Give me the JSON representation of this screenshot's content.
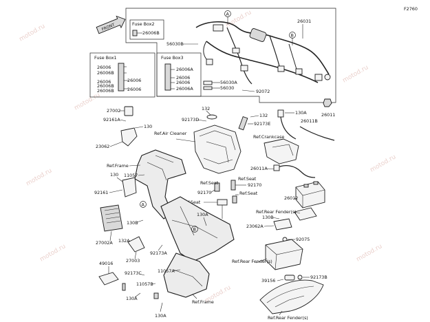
{
  "diagram_id": "F2760",
  "front_label": "FRONT",
  "watermark": "motod.ru",
  "fuse_box1": {
    "title": "Fuse Box1",
    "parts": [
      "26006",
      "26006B",
      "26006",
      "26006",
      "26006B",
      "26006",
      "26006B"
    ]
  },
  "fuse_box2": {
    "title": "Fuse Box2",
    "part": "26006B"
  },
  "fuse_box3": {
    "title": "Fuse Box3",
    "parts": [
      "26006A",
      "26006",
      "26006",
      "26006A"
    ]
  },
  "callouts": {
    "a": "A",
    "b": "B"
  },
  "parts": {
    "p26031": "26031",
    "p56030b": "56030B",
    "p56030a": "56030A",
    "p56030": "56030",
    "p92072": "92072",
    "p26011": "26011",
    "p27002": "27002",
    "p92161a": "92161A",
    "p130": "130",
    "p132": "132",
    "p92173d": "92173D",
    "p92173e": "92173E",
    "p130a": "130A",
    "p26011b": "26011B",
    "p23062": "23062",
    "p26011a": "26011A",
    "p11057": "11057",
    "p92161": "92161",
    "p92170": "92170",
    "p26012": "26012",
    "p130b": "130B",
    "p23062a": "23062A",
    "p92075": "92075",
    "p27002a": "27002A",
    "p132a": "132A",
    "p27003": "27003",
    "p92173a": "92173A",
    "p92173": "92173",
    "p49016": "49016",
    "p92173c": "92173C",
    "p11057a": "11057A",
    "p11057b": "11057B",
    "p39156": "39156",
    "p92173b": "92173B"
  },
  "refs": {
    "air_cleaner": "Ref.Air Cleaner",
    "crankcase": "Ref.Crankcase",
    "frame": "Ref.Frame",
    "seat": "Ref.Seat",
    "rear_fender": "Ref.Rear Fender(s)"
  }
}
